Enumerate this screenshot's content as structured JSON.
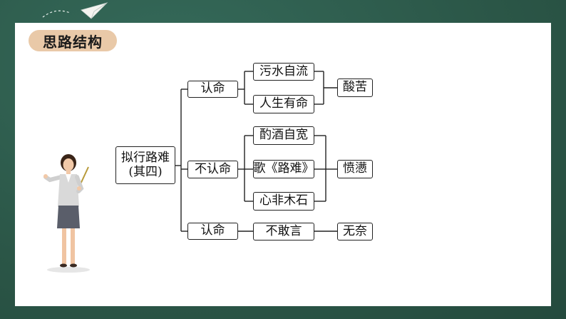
{
  "header": {
    "title": "思路结构"
  },
  "colors": {
    "board": "#2d5a4c",
    "pill": "#e9c9a8",
    "line": "#222222"
  },
  "diagram": {
    "root": {
      "line1": "拟行路难",
      "line2": "(其四)"
    },
    "branches": [
      {
        "label": "认命",
        "items": [
          "污水自流",
          "人生有命"
        ],
        "emotion": "酸苦"
      },
      {
        "label": "不认命",
        "items": [
          "酌酒自宽",
          "歌《路难》",
          "心非木石"
        ],
        "emotion": "愤懑"
      },
      {
        "label": "认命",
        "items": [
          "不敢言"
        ],
        "emotion": "无奈"
      }
    ]
  }
}
